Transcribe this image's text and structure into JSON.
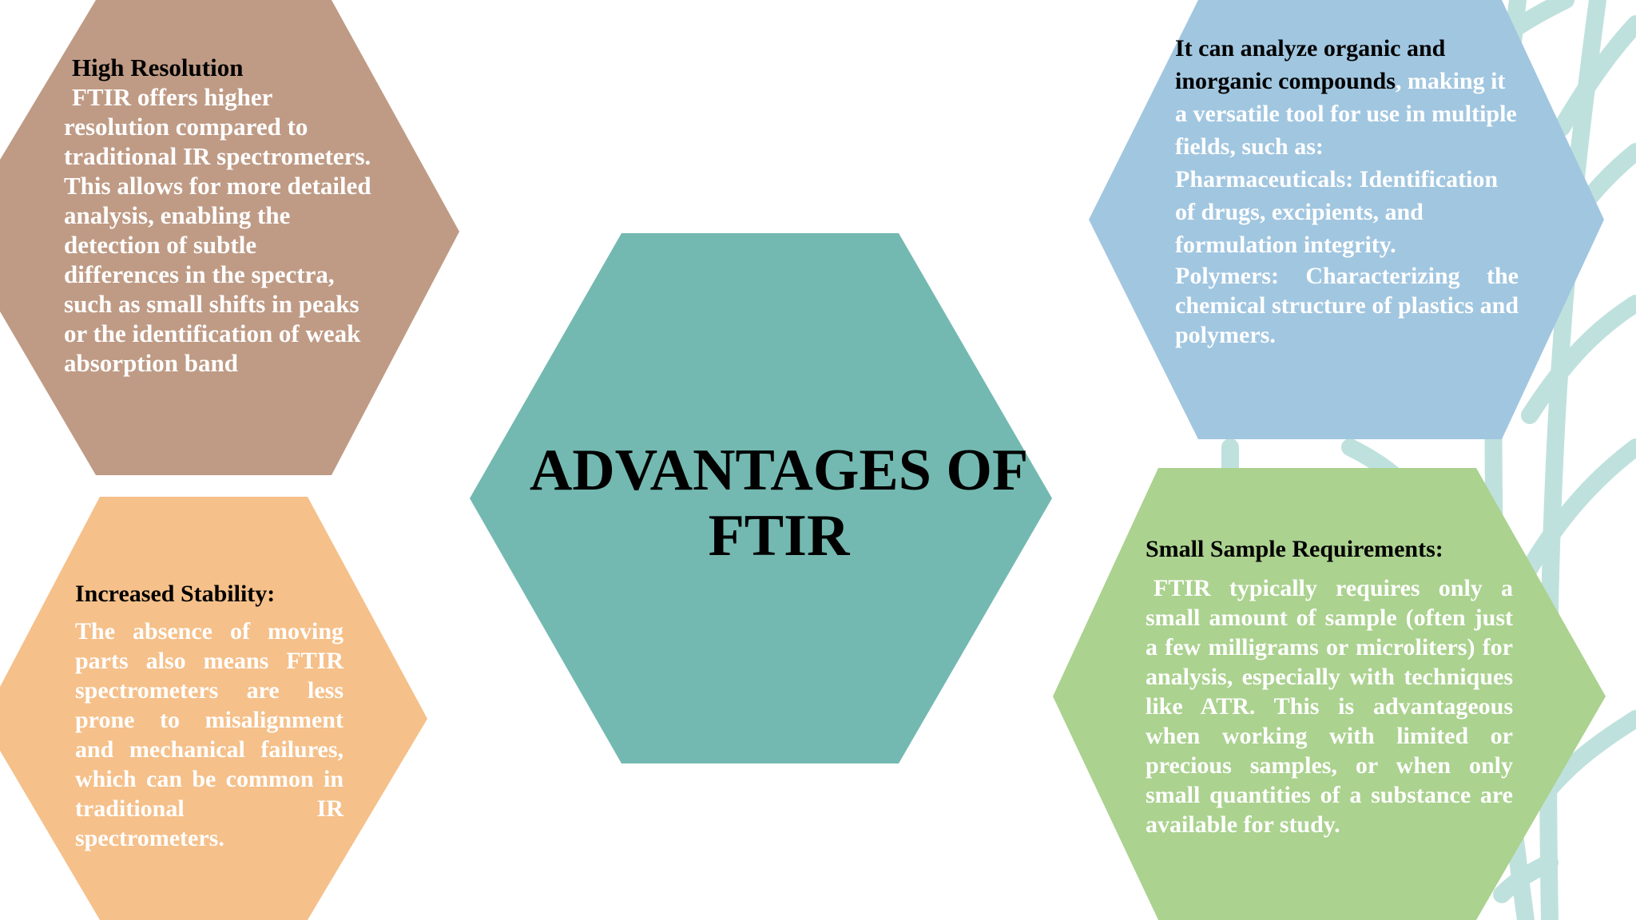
{
  "center": {
    "line1": "ADVANTAGES OF",
    "line2": "FTIR"
  },
  "colors": {
    "brown": "#bf9b85",
    "orange": "#f5c08a",
    "teal": "#73b9b1",
    "blue": "#a1c6e0",
    "green": "#abd28f",
    "leaf": "#bfe1dd"
  },
  "high_resolution": {
    "heading": "High Resolution",
    "body": "FTIR offers higher resolution compared to traditional IR spectrometers. This allows for more detailed analysis, enabling the detection of subtle differences in the spectra, such as small shifts in peaks or the identification of weak absorption band"
  },
  "increased_stability": {
    "heading": "Increased Stability:",
    "body": "The absence of moving parts also means FTIR spectrometers are less prone to misalignment and mechanical failures, which can be common in traditional IR spectrometers."
  },
  "organic_inorganic": {
    "heading": "It can analyze organic and inorganic compounds",
    "body_intro": ", making it a versatile tool for use in multiple fields, such as:",
    "pharma": "Pharmaceuticals: Identification of drugs, excipients, and formulation integrity.",
    "polymers": "Polymers: Characterizing the chemical structure of plastics and polymers."
  },
  "small_sample": {
    "heading": "Small Sample Requirements:",
    "body": "FTIR typically requires only a small amount of sample (often just a few milligrams or microliters) for analysis, especially with techniques like ATR. This is advantageous when working with limited or precious samples, or when only small quantities of a substance are available for study."
  }
}
